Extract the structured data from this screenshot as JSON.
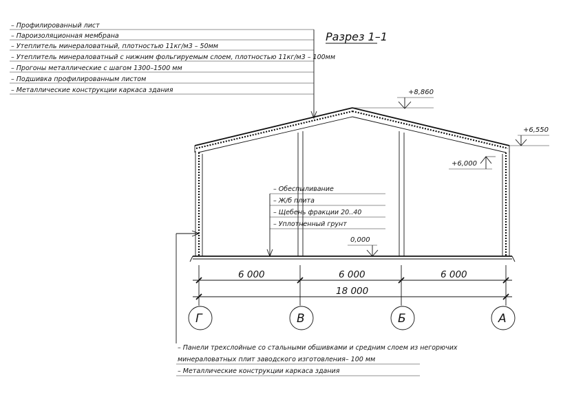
{
  "title": "Разрез 1–1",
  "roof_layers": [
    "– Профилированный лист",
    "– Пароизоляционная мембрана",
    "– Утеплитель минераловатный, плотностью 11кг/м3 – 50мм",
    "– Утеплитель минераловатный с нижним фольгируемым слоем, плотностью 11кг/м3 – 100мм",
    "– Прогоны металлические с шагом 1300–1500 мм",
    "– Подшивка профилированным листом",
    "– Металлические конструкции каркаса здания"
  ],
  "floor_layers": [
    "– Обеспыливание",
    "– Ж/б плита",
    "– Щебень фракции 20..40",
    "– Уплотненный грунт"
  ],
  "wall_layers": [
    "– Панели трехслойные со стальными обшивками и средним слоем из негорючих",
    "минераловатных плит заводского изготовления– 100 мм",
    "– Металлические конструкции каркаса здания"
  ],
  "elevations": {
    "ridge": "+8,860",
    "eave": "+6,550",
    "inner": "+6,000",
    "floor": "0,000"
  },
  "dimensions": {
    "spans": [
      "6 000",
      "6 000",
      "6 000"
    ],
    "total": "18 000"
  },
  "axes": [
    "Г",
    "В",
    "Б",
    "А"
  ]
}
